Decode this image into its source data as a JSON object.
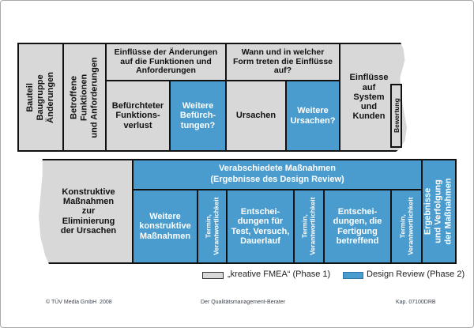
{
  "top": {
    "bauteil": "Bauteil\nBaugruppe\nÄnderungen",
    "betroffene": "Betroffene\nFunktionen\nund Anforderungen",
    "einfluesse_header": "Einflüsse der Änderungen\nauf die Funktionen und\nAnforderungen",
    "befuerchteter": "Befürchteter\nFunktions-\nverlust",
    "weitere_befuerchtungen": "Weitere\nBefürch-\ntungen?",
    "wann_header": "Wann und in welcher\nForm treten die Einflüsse\nauf?",
    "ursachen": "Ursachen",
    "weitere_ursachen": "Weitere\nUrsachen?",
    "einfluesse_system": "Einflüsse\nauf\nSystem\nund\nKunden",
    "bewertung": "Bewertung"
  },
  "bottom": {
    "konstruktive": "Konstruktive\nMaßnahmen\nzur\nEliminierung\nder Ursachen",
    "verabschiedete_header": "Verabschiedete Maßnahmen\n(Ergebnisse des Design Review)",
    "weitere_konstruktive": "Weitere\nkonstruktive\nMaßnahmen",
    "termin1": "Termin,\nVerantwortlichkeit",
    "entscheidungen_test": "Entschei-\ndungen für\nTest, Versuch,\nDauerlauf",
    "termin2": "Termin,\nVerantwortlichkeit",
    "entscheidungen_fertigung": "Entschei-\ndungen, die\nFertigung\nbetreffend",
    "termin3": "Termin,\nVerantwortlichkeit",
    "ergebnisse": "Ergebnisse\nund Verfolgung\nder Maßnahmen"
  },
  "legend": {
    "phase1_label": "„kreative FMEA“ (Phase 1)",
    "phase2_label": "Design Review (Phase 2)"
  },
  "footer": {
    "left": "© TÜV Media GmbH  2008",
    "center": "Der Qualitätsmanagement-Berater",
    "right": "Kap. 07100DRB"
  },
  "colors": {
    "phase1_gray": "#d8d8d8",
    "phase2_blue": "#4a9cce",
    "border": "#111111"
  }
}
